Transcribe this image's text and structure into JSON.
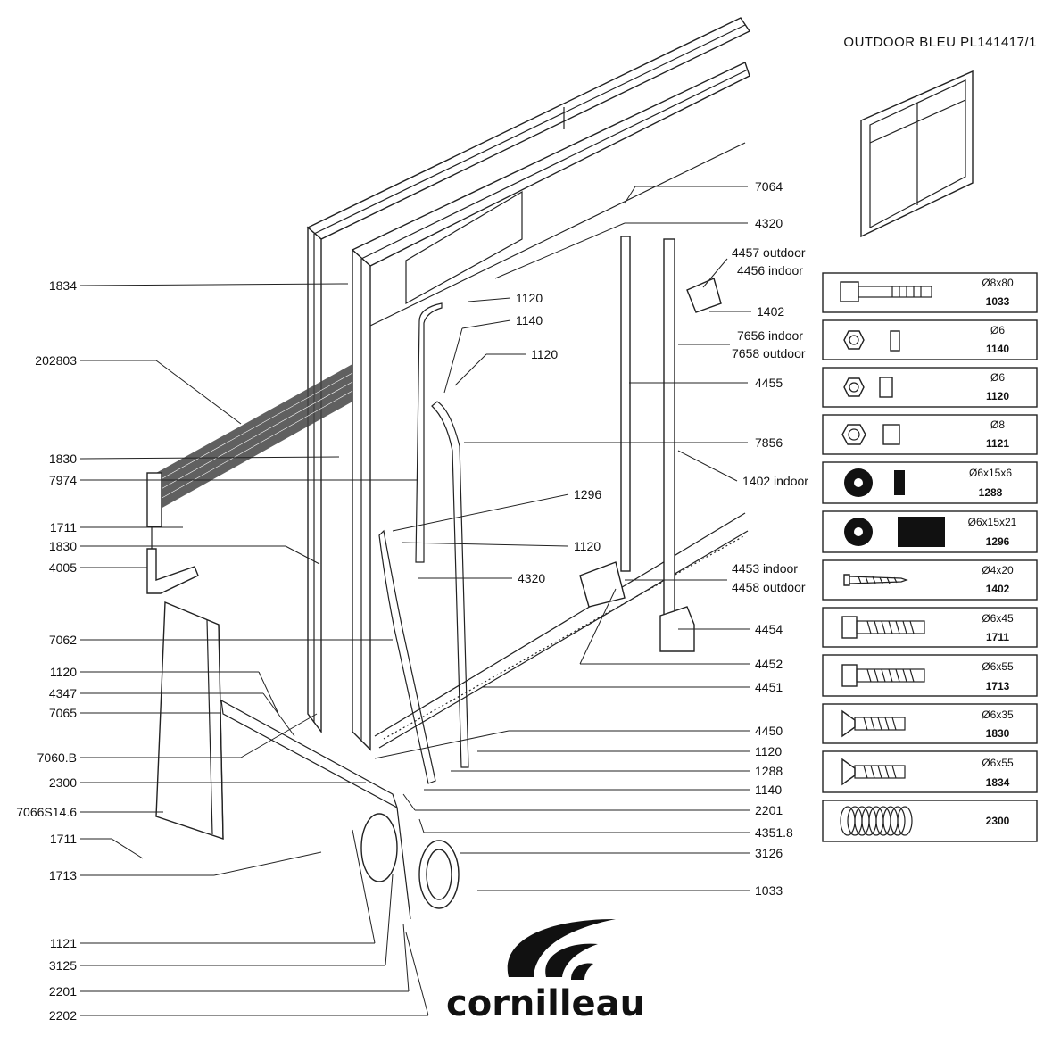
{
  "title": "OUTDOOR  BLEU  PL141417/1",
  "brand": "cornilleau",
  "left_labels": [
    "1834",
    "202803",
    "1830",
    "7974",
    "1711",
    "1830",
    "4005",
    "7062",
    "1120",
    "4347",
    "7065",
    "7060.B",
    "2300",
    "7066S14.6",
    "1711",
    "1713",
    "1121",
    "3125",
    "2201",
    "2202"
  ],
  "mid_labels": [
    "1120",
    "1140",
    "1120",
    "1296",
    "1120",
    "4320"
  ],
  "right_labels": [
    "7064",
    "4320",
    "4457 outdoor",
    "4456 indoor",
    "1402",
    "7656 indoor",
    "7658 outdoor",
    "4455",
    "7856",
    "1402 indoor",
    "4453 indoor",
    "4458 outdoor",
    "4454",
    "4452",
    "4451",
    "4450",
    "1120",
    "1288",
    "1140",
    "2201",
    "4351.8",
    "3126",
    "1033"
  ],
  "hardware": [
    {
      "spec": "Ø8x80",
      "code": "1033",
      "icon": "hex-bolt-icon"
    },
    {
      "spec": "Ø6",
      "code": "1140",
      "icon": "hex-nut-icon"
    },
    {
      "spec": "Ø6",
      "code": "1120",
      "icon": "lock-nut-icon"
    },
    {
      "spec": "Ø8",
      "code": "1121",
      "icon": "lock-nut-icon"
    },
    {
      "spec": "Ø6x15x6",
      "code": "1288",
      "icon": "thick-washer-icon"
    },
    {
      "spec": "Ø6x15x21",
      "code": "1296",
      "icon": "spacer-icon"
    },
    {
      "spec": "Ø4x20",
      "code": "1402",
      "icon": "wood-screw-icon"
    },
    {
      "spec": "Ø6x45",
      "code": "1711",
      "icon": "hex-screw-icon"
    },
    {
      "spec": "Ø6x55",
      "code": "1713",
      "icon": "hex-screw-icon"
    },
    {
      "spec": "Ø6x35",
      "code": "1830",
      "icon": "countersunk-screw-icon"
    },
    {
      "spec": "Ø6x55",
      "code": "1834",
      "icon": "countersunk-screw-icon"
    },
    {
      "spec": "",
      "code": "2300",
      "icon": "spring-washer-icon"
    }
  ]
}
